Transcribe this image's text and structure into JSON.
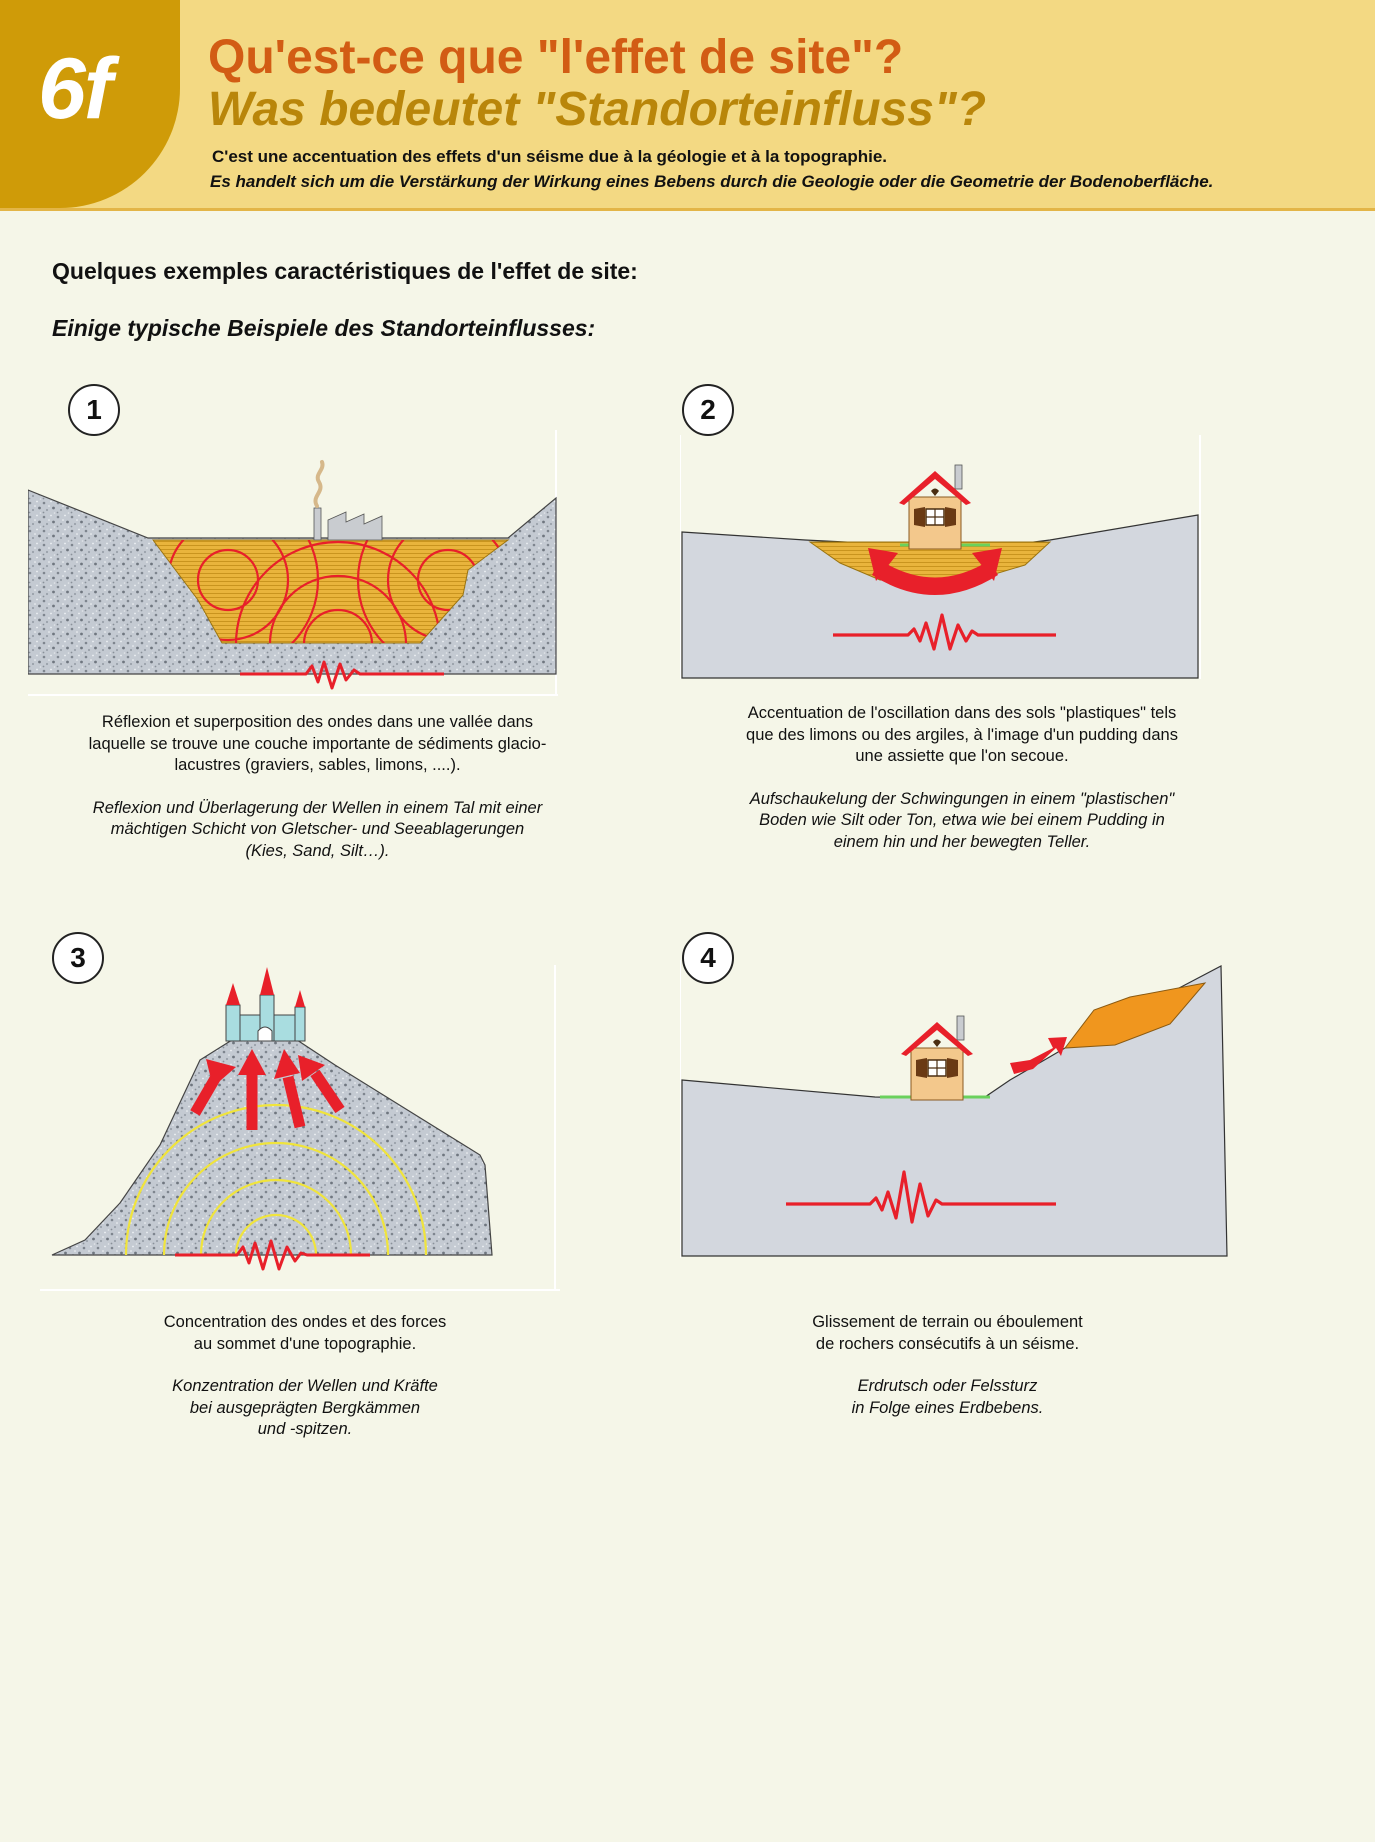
{
  "header": {
    "badge": "6f",
    "title_fr": "Qu'est-ce que \"l'effet de site\"?",
    "title_de": "Was bedeutet \"Standorteinfluss\"?",
    "subtitle_fr": "C'est une accentuation des effets d'un séisme due à la géologie et à la topographie.",
    "subtitle_de": "Es handelt sich um die Verstärkung der Wirkung eines Bebens durch die Geologie oder die Geometrie der Bodenoberfläche."
  },
  "intro": {
    "fr": "Quelques exemples caractéristiques de l'effet de site:",
    "de": "Einige typische Beispiele des Standorteinflusses:"
  },
  "examples": [
    {
      "number": "1",
      "caption_fr": [
        "Réflexion et superposition des ondes dans une vallée dans",
        "laquelle se trouve une couche importante de sédiments glacio-",
        "lacustres (graviers, sables, limons, ....)."
      ],
      "caption_de": [
        "Reflexion und Überlagerung der Wellen in einem Tal mit einer",
        "mächtigen Schicht von Gletscher- und Seeablagerungen",
        "(Kies, Sand, Silt…)."
      ]
    },
    {
      "number": "2",
      "caption_fr": [
        "Accentuation de l'oscillation dans des sols \"plastiques\" tels",
        "que des limons ou des argiles, à l'image d'un pudding dans",
        "une assiette que l'on secoue."
      ],
      "caption_de": [
        "Aufschaukelung der Schwingungen in einem \"plastischen\"",
        "Boden wie Silt oder Ton, etwa wie bei einem Pudding in",
        "einem hin und her bewegten Teller."
      ]
    },
    {
      "number": "3",
      "caption_fr": [
        "Concentration des ondes et des forces",
        "au sommet d'une topographie."
      ],
      "caption_de": [
        "Konzentration der Wellen und Kräfte",
        "bei ausgeprägten Bergkämmen",
        "und -spitzen."
      ]
    },
    {
      "number": "4",
      "caption_fr": [
        "Glissement de terrain ou éboulement",
        "de rochers consécutifs à un séisme."
      ],
      "caption_de": [
        "Erdrutsch oder Felssturz",
        "in Folge eines Erdbebens."
      ]
    }
  ],
  "colors": {
    "header_bg": "#f3d983",
    "badge_bg": "#cf9b08",
    "title_fr": "#d25c14",
    "title_de": "#b9860a",
    "rock": "#c7ccd3",
    "ground": "#d3d7de",
    "sediment": "#e8b43c",
    "wave_red": "#e8202a",
    "wave_yellow": "#f0e43c",
    "landslide": "#f0961e"
  }
}
